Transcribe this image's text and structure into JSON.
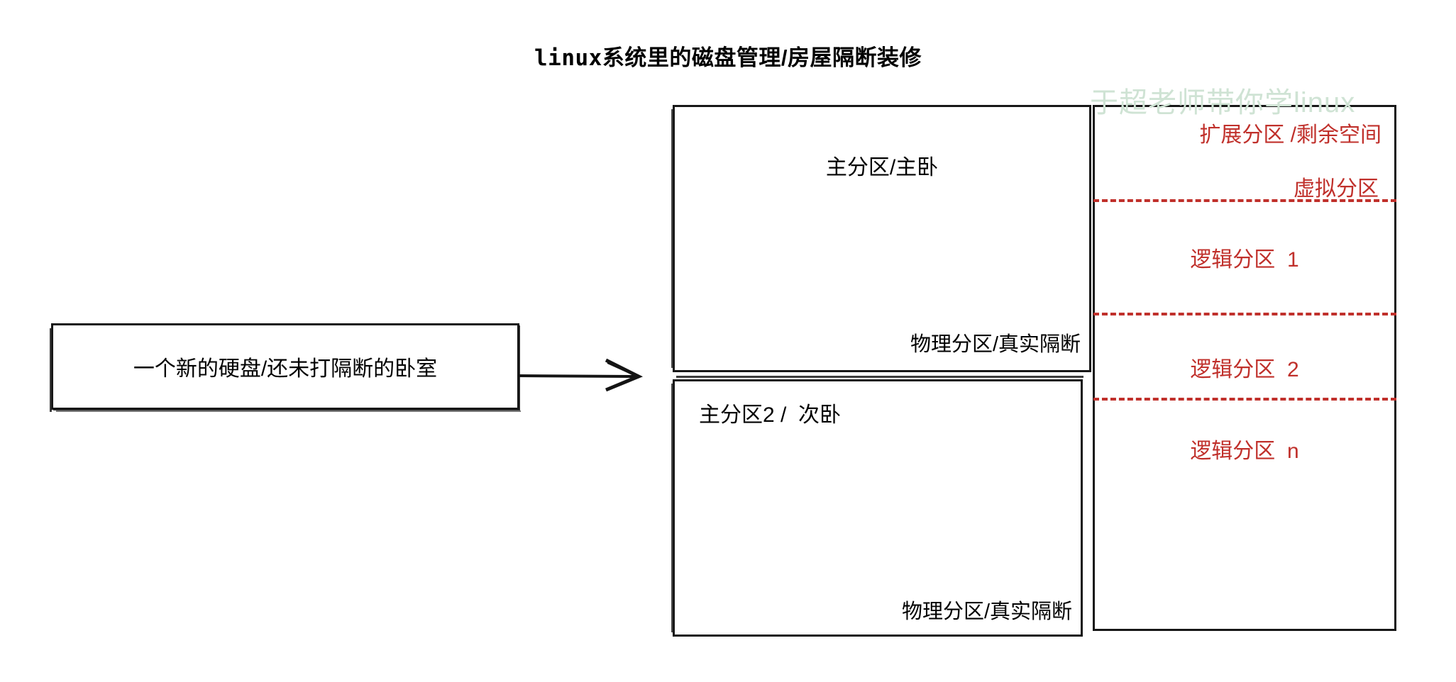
{
  "title": {
    "prefix": "linux",
    "rest": "系统里的磁盘管理/房屋隔断装修",
    "full": "linux系统里的磁盘管理/房屋隔断装修"
  },
  "source": {
    "label": "一个新的硬盘/还未打隔断的卧室"
  },
  "arrow": {
    "name": "right-arrow"
  },
  "disk": {
    "primary_partitions": [
      {
        "title": "主分区/主卧",
        "footnote": "物理分区/真实隔断"
      },
      {
        "title": "主分区2 /  次卧",
        "footnote": "物理分区/真实隔断"
      }
    ],
    "extended": {
      "title": "扩展分区 /剩余空间",
      "virtual": "虚拟分区",
      "logical_partitions": [
        "逻辑分区  1",
        "逻辑分区  2",
        "逻辑分区  n"
      ]
    }
  },
  "watermark": {
    "text": "于超老师带你学linux"
  },
  "colors": {
    "stroke": "#171717",
    "red": "#c0302b",
    "watermark": "#cfe3d4",
    "background": "#ffffff"
  }
}
